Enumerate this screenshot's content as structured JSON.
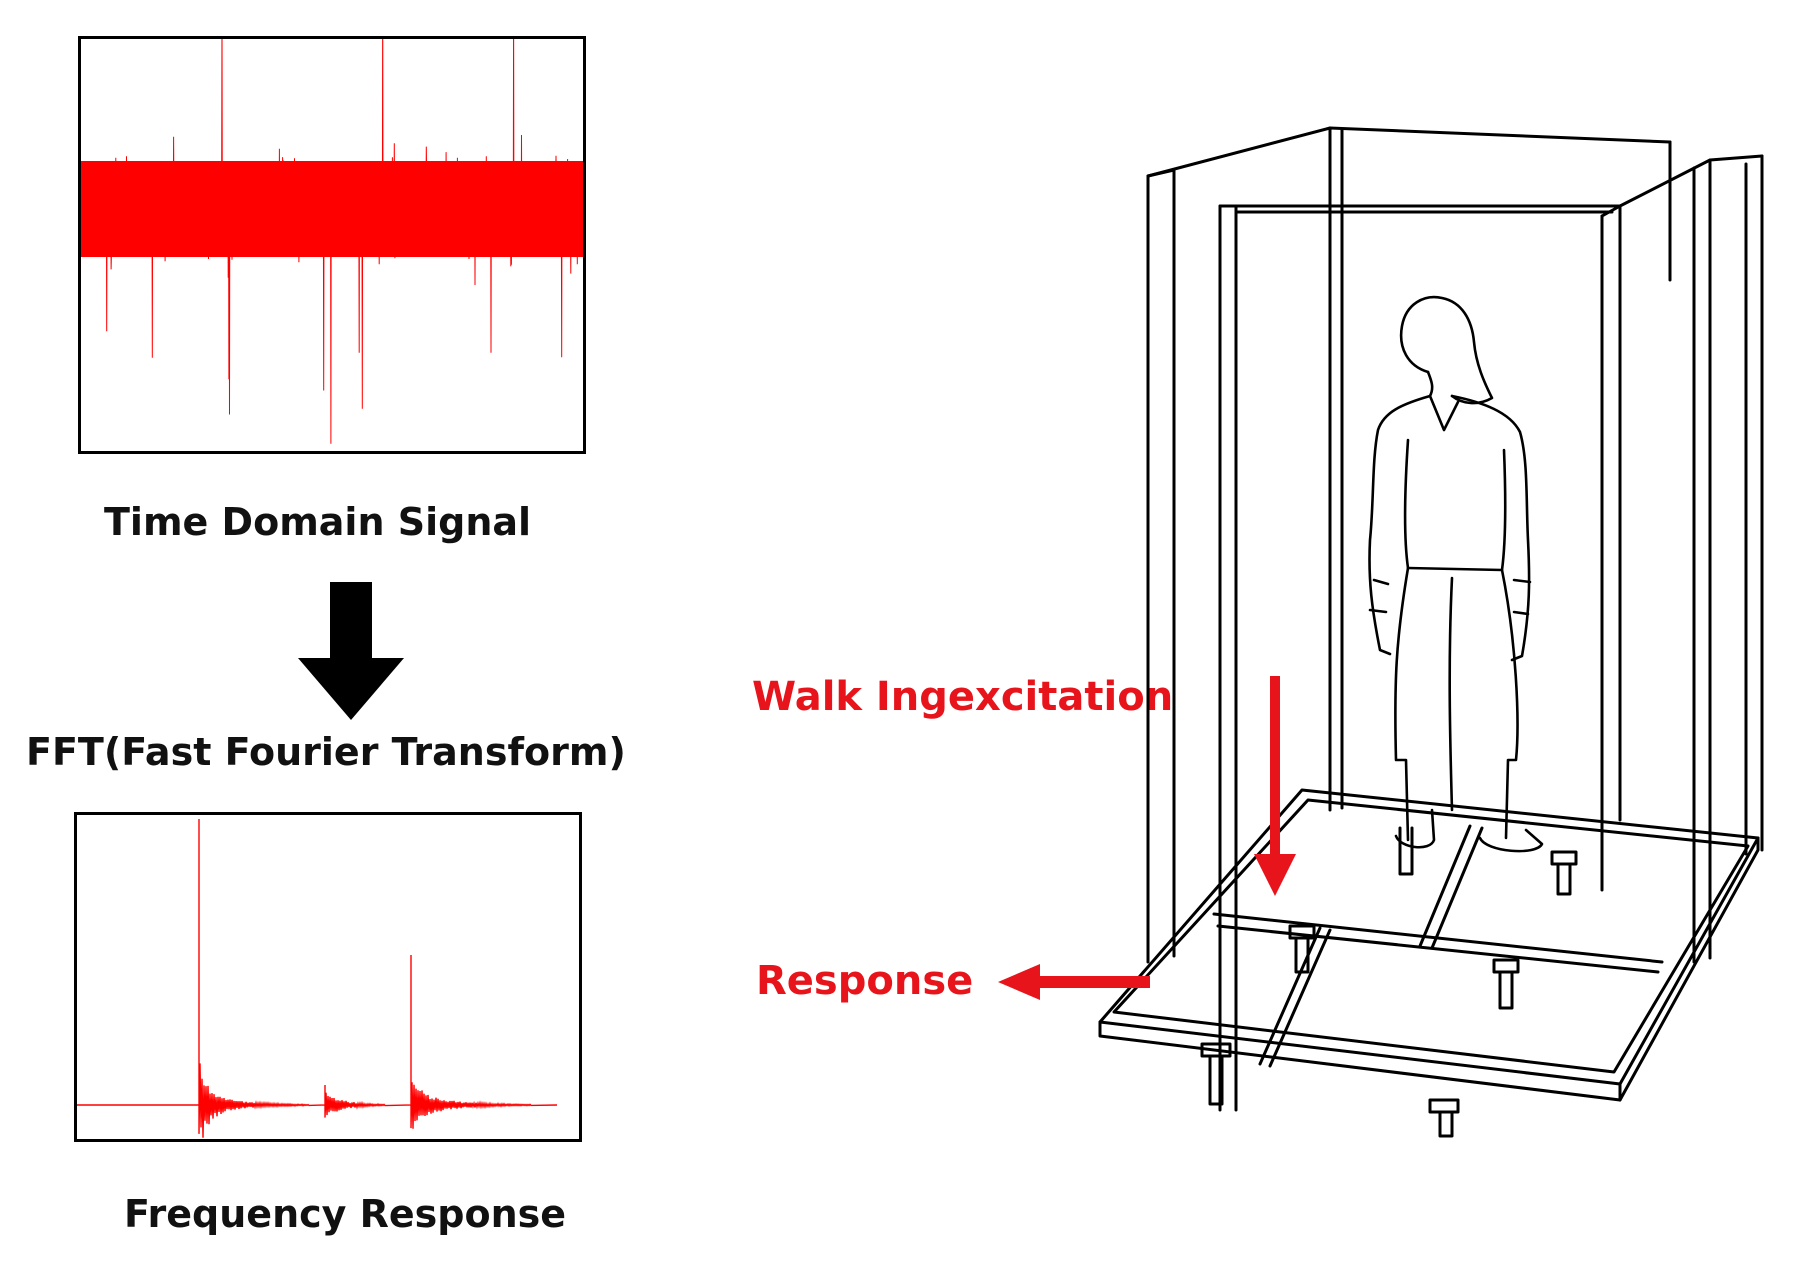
{
  "captions": {
    "time_domain": "Time Domain Signal",
    "fft": "FFT(Fast Fourier Transform)",
    "frequency": "Frequency Response"
  },
  "labels": {
    "walk": "Walk Ingexcitation",
    "response": "Response"
  },
  "colors": {
    "signal": "#ff0000",
    "label": "#e8141b",
    "frame": "#000000"
  },
  "icons": {
    "down_arrow": "down-arrow-icon",
    "excitation_arrow": "excitation-arrow-icon",
    "response_arrow": "response-arrow-icon",
    "person": "person-icon"
  }
}
